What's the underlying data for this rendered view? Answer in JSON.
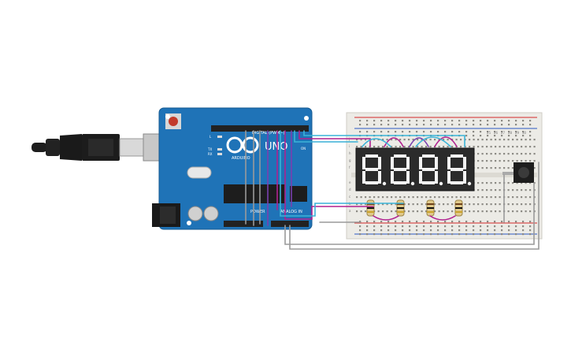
{
  "colors": {
    "board": "#1f73b7",
    "board_dark": "#165a91",
    "breadboard": "#ecebe6",
    "rail_red": "#d42a2a",
    "rail_blue": "#2b59c3",
    "wire_cyan": "#3ab4d8",
    "wire_magenta": "#b0218f",
    "wire_purple": "#7a3fb0",
    "wire_gray": "#9a9a9a",
    "display_body": "#2b2b2b",
    "segment_on": "#f2f2f2"
  },
  "board": {
    "logo_text": "UNO",
    "brand_text": "ARDUINO",
    "digital_label": "DIGITAL (PWM~)",
    "power_label": "POWER",
    "analog_label": "ANALOG IN",
    "led_l": "L",
    "led_tx": "TX",
    "led_rx": "RX",
    "on_label": "ON"
  },
  "display": {
    "digits": [
      "8.",
      "8.",
      "8.",
      "8."
    ]
  },
  "breadboard": {
    "row_letters_top": [
      "j",
      "i",
      "h",
      "g",
      "f"
    ],
    "row_letters_bottom": [
      "e",
      "d",
      "c",
      "b",
      "a"
    ],
    "column_numbers": [
      "25",
      "26",
      "27",
      "28",
      "29",
      "30"
    ]
  },
  "icons": {
    "usb": "usb-cable-icon",
    "button": "pushbutton-icon",
    "resistor": "resistor-icon"
  }
}
